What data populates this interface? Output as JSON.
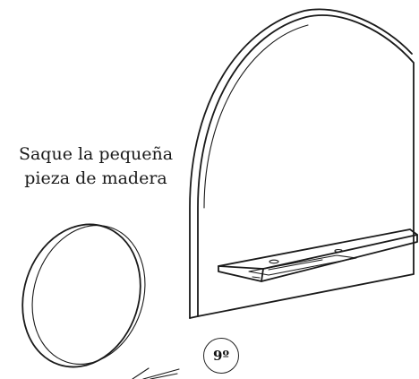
{
  "instruction": {
    "line1": "Saque la pequeña",
    "line2": "pieza de madera"
  },
  "step": {
    "label": "9º"
  },
  "icons": {
    "mirror": "arched-mirror-icon",
    "panel": "round-wood-panel-icon",
    "arrow": "direction-arrow-icon"
  }
}
